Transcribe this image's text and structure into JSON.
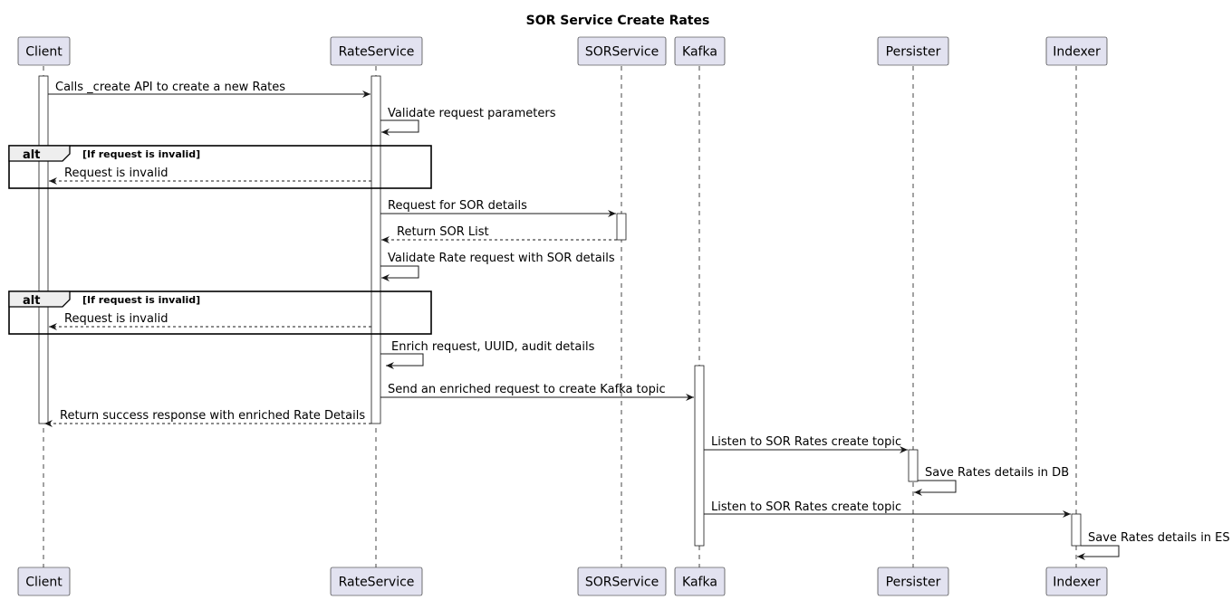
{
  "diagram": {
    "title": "SOR Service Create Rates",
    "participants": [
      {
        "id": "client",
        "label": "Client"
      },
      {
        "id": "rateservice",
        "label": "RateService"
      },
      {
        "id": "sorservice",
        "label": "SORService"
      },
      {
        "id": "kafka",
        "label": "Kafka"
      },
      {
        "id": "persister",
        "label": "Persister"
      },
      {
        "id": "indexer",
        "label": "Indexer"
      }
    ],
    "messages": [
      {
        "from": "client",
        "to": "rateservice",
        "text": "Calls _create API to create a new Rates",
        "style": "solid"
      },
      {
        "from": "rateservice",
        "to": "rateservice",
        "text": "Validate request parameters",
        "style": "solid"
      },
      {
        "from": "rateservice",
        "to": "client",
        "text": "Request is invalid",
        "style": "dashed"
      },
      {
        "from": "rateservice",
        "to": "sorservice",
        "text": "Request for SOR details",
        "style": "solid"
      },
      {
        "from": "sorservice",
        "to": "rateservice",
        "text": "Return SOR List",
        "style": "dashed"
      },
      {
        "from": "rateservice",
        "to": "rateservice",
        "text": "Validate Rate request with SOR details",
        "style": "solid"
      },
      {
        "from": "rateservice",
        "to": "client",
        "text": "Request is invalid",
        "style": "dashed"
      },
      {
        "from": "rateservice",
        "to": "rateservice",
        "text": "Enrich request, UUID, audit details",
        "style": "solid"
      },
      {
        "from": "rateservice",
        "to": "kafka",
        "text": "Send an enriched request to create Kafka topic",
        "style": "solid"
      },
      {
        "from": "rateservice",
        "to": "client",
        "text": "Return success response with enriched Rate Details",
        "style": "dashed"
      },
      {
        "from": "kafka",
        "to": "persister",
        "text": "Listen to SOR Rates create topic",
        "style": "solid"
      },
      {
        "from": "persister",
        "to": "persister",
        "text": "Save Rates details in DB",
        "style": "solid"
      },
      {
        "from": "kafka",
        "to": "indexer",
        "text": "Listen to SOR Rates create topic",
        "style": "solid"
      },
      {
        "from": "indexer",
        "to": "indexer",
        "text": "Save Rates details in ES",
        "style": "solid"
      }
    ],
    "fragments": [
      {
        "keyword": "alt",
        "condition": "[If request is invalid]"
      },
      {
        "keyword": "alt",
        "condition": "[If request is invalid]"
      }
    ],
    "colors": {
      "participant_fill": "#e2e2f0",
      "participant_border": "#181818",
      "activation_fill": "#ffffff",
      "fragment_header_fill": "#eeeeee",
      "line": "#181818"
    }
  }
}
